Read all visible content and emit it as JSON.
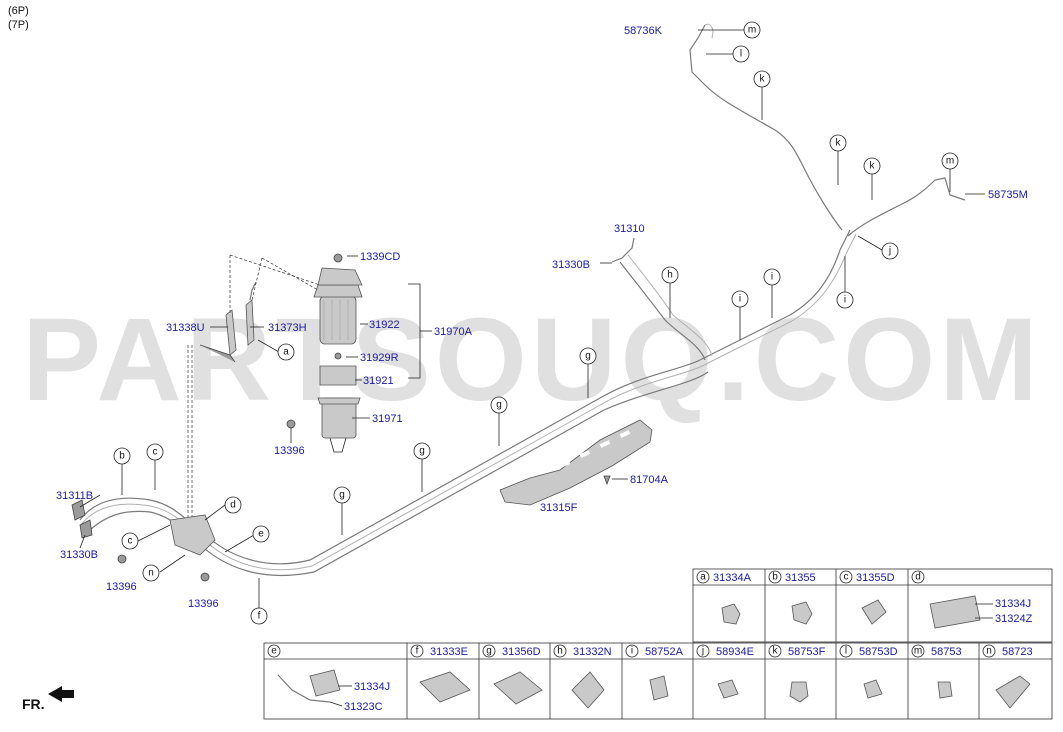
{
  "header": {
    "line1": "(6P)",
    "line2": "(7P)"
  },
  "watermark": "PARTSOUQ.COM",
  "orientation_label": "FR.",
  "diagram_parts": [
    {
      "id": "p1",
      "label": "58736K"
    },
    {
      "id": "p2",
      "label": "58735M"
    },
    {
      "id": "p3",
      "label": "31310"
    },
    {
      "id": "p4",
      "label": "31330B"
    },
    {
      "id": "p5",
      "label": "1339CD"
    },
    {
      "id": "p6",
      "label": "31338U"
    },
    {
      "id": "p7",
      "label": "31373H"
    },
    {
      "id": "p8",
      "label": "31922"
    },
    {
      "id": "p9",
      "label": "31970A"
    },
    {
      "id": "p10",
      "label": "31929R"
    },
    {
      "id": "p11",
      "label": "31921"
    },
    {
      "id": "p12",
      "label": "31971"
    },
    {
      "id": "p13",
      "label": "13396"
    },
    {
      "id": "p14",
      "label": "81704A"
    },
    {
      "id": "p15",
      "label": "31315F"
    },
    {
      "id": "p16",
      "label": "31311B"
    },
    {
      "id": "p17",
      "label": "31330B"
    },
    {
      "id": "p18",
      "label": "13396"
    },
    {
      "id": "p19",
      "label": "13396"
    }
  ],
  "callouts": [
    "m",
    "l",
    "k",
    "k",
    "k",
    "m",
    "j",
    "i",
    "i",
    "i",
    "h",
    "g",
    "g",
    "g",
    "g",
    "a",
    "b",
    "c",
    "c",
    "d",
    "e",
    "n",
    "f"
  ],
  "table_top": [
    {
      "letter": "a",
      "part": "31334A"
    },
    {
      "letter": "b",
      "part": "31355"
    },
    {
      "letter": "c",
      "part": "31355D"
    },
    {
      "letter": "d",
      "part": "",
      "sub": [
        "31334J",
        "31324Z"
      ]
    }
  ],
  "table_bottom": [
    {
      "letter": "e",
      "part": "",
      "sub": [
        "31334J",
        "31323C"
      ]
    },
    {
      "letter": "f",
      "part": "31333E"
    },
    {
      "letter": "g",
      "part": "31356D"
    },
    {
      "letter": "h",
      "part": "31332N"
    },
    {
      "letter": "i",
      "part": "58752A"
    },
    {
      "letter": "j",
      "part": "58934E"
    },
    {
      "letter": "k",
      "part": "58753F"
    },
    {
      "letter": "l",
      "part": "58753D"
    },
    {
      "letter": "m",
      "part": "58753"
    },
    {
      "letter": "n",
      "part": "58723"
    }
  ]
}
